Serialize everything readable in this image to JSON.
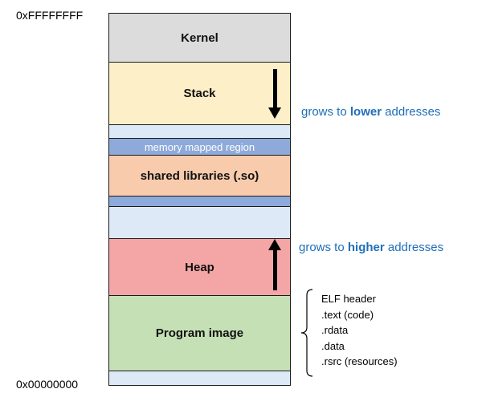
{
  "addresses": {
    "top": "0xFFFFFFFF",
    "bottom": "0x00000000"
  },
  "segments": {
    "kernel": {
      "label": "Kernel",
      "color": "#dcdcdc"
    },
    "stack": {
      "label": "Stack",
      "color": "#fdefc7"
    },
    "gap1": {
      "label": "",
      "color": "#dde9f6"
    },
    "mmap": {
      "label": "memory mapped region",
      "color": "#8eaadb"
    },
    "shared": {
      "label": "shared libraries (.so)",
      "color": "#f8cbad"
    },
    "mmap2": {
      "label": "",
      "color": "#8eaadb"
    },
    "gap2": {
      "label": "",
      "color": "#dde9f6"
    },
    "heap": {
      "label": "Heap",
      "color": "#f4a6a6"
    },
    "program": {
      "label": "Program image",
      "color": "#c5e0b4"
    },
    "bottom": {
      "label": "",
      "color": "#dde9f6"
    }
  },
  "notes": {
    "stack": {
      "prefix": "grows to ",
      "emphasis": "lower",
      "suffix": " addresses"
    },
    "heap": {
      "prefix": "grows to ",
      "emphasis": "higher",
      "suffix": " addresses"
    }
  },
  "elf_sections": {
    "header": "ELF header",
    "text": ".text (code)",
    "rdata": ".rdata",
    "data": ".data",
    "rsrc": ".rsrc (resources)"
  },
  "colors": {
    "note_text": "#1f6fb8",
    "border": "#1a1a1a",
    "arrow": "#000000"
  }
}
